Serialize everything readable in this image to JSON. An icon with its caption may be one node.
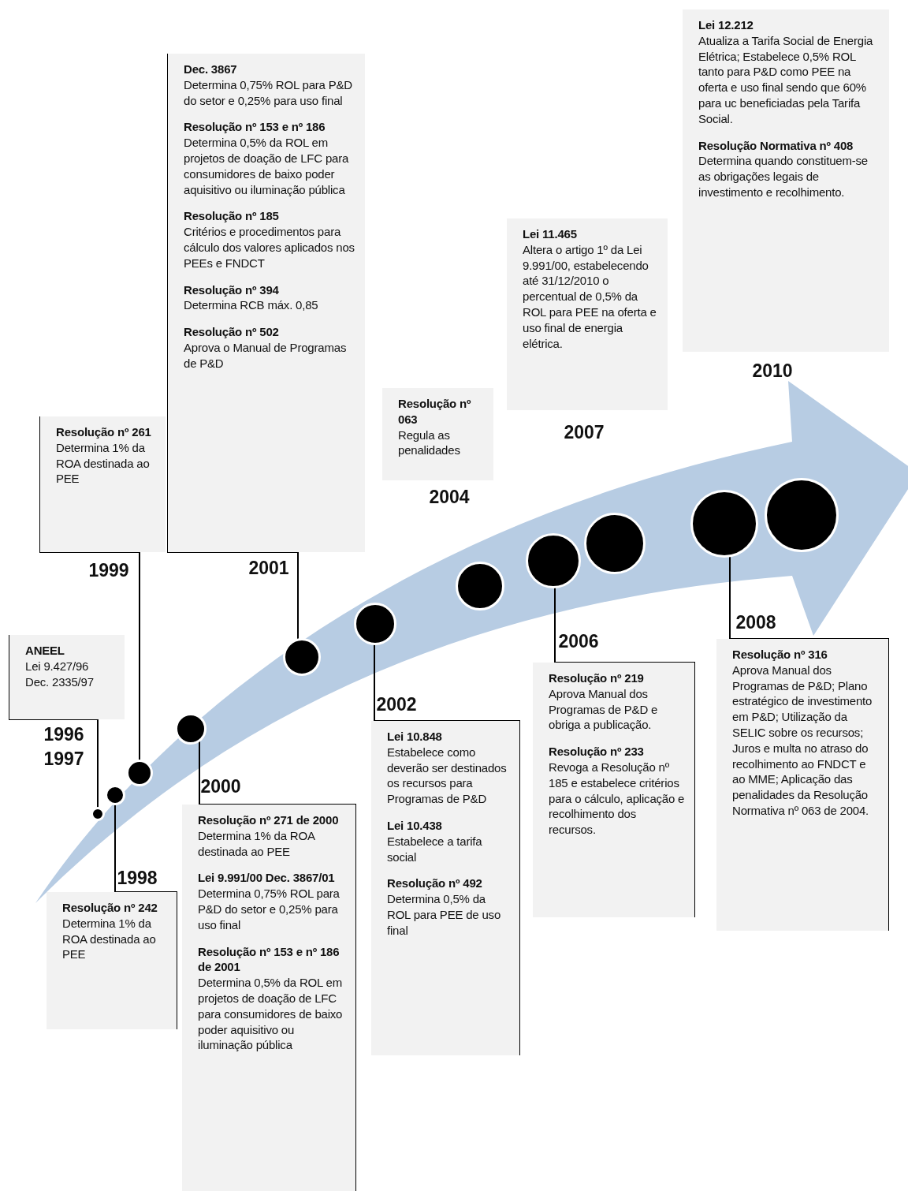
{
  "diagram": {
    "nodes": [
      {
        "text": [
          "Lei 12.212",
          "Atualiza a Tarifa Social de Energia Elétrica; Estabelece 0,5% ROL tanto para P&D como PEE na oferta e uso final sendo que 60% para uc beneficiadas pela Tarifa Social.",
          "Resolução Normativa nº 408",
          "Determina quando constituem-se as obrigações legais de investimento e recolhimento."
        ],
        "beside": [
          "2010"
        ]
      },
      {
        "text": [
          "Dec. 3867",
          "Determina 0,75% ROL para P&D do setor e 0,25% para uso final",
          "Resolução nº 153 e nº 186",
          "Determina 0,5% da ROL em projetos de doação de LFC para consumidores de baixo poder aquisitivo ou iluminação pública",
          "Resolução nº 185",
          "Critérios e procedimentos para cálculo dos valores aplicados nos PEEs e FNDCT",
          "Resolução nº 394",
          "Determina RCB máx. 0,85",
          "Resolução nº 502",
          "Aprova o Manual de Programas de P&D"
        ],
        "beside": [
          "2001"
        ]
      },
      {
        "text": [
          "Lei 11.465",
          "Altera o artigo 1º da Lei 9.991/00, estabelecendo até 31/12/2010 o percentual de 0,5% da ROL para PEE na oferta e uso final de energia elétrica."
        ],
        "beside": [
          "2007"
        ]
      },
      {
        "text": [
          "Resolução nº 063",
          "Regula as penalidades"
        ],
        "beside": [
          "2004"
        ]
      },
      {
        "text": [
          "Resolução nº 261",
          "Determina 1% da ROA destinada ao PEE"
        ],
        "beside": [
          "1999"
        ]
      },
      {
        "text": [
          "ANEEL",
          "Lei 9.427/96 Dec. 2335/97"
        ],
        "beside": [
          "1996",
          "1997"
        ]
      },
      {
        "text": [
          "Resolução nº 316",
          "Aprova Manual dos Programas de P&D; Plano estratégico de investimento em P&D; Utilização da SELIC sobre os recursos; Juros e multa no atraso do recolhimento ao FNDCT e ao MME; Aplicação das penalidades da Resolução Normativa nº 063 de 2004."
        ],
        "beside": [
          "2008"
        ]
      },
      {
        "text": [
          "Resolução nº 219",
          "Aprova Manual dos Programas de P&D e obriga a publicação.",
          "Resolução nº 233",
          "Revoga a Resolução nº 185 e estabelece critérios para o cálculo, aplicação e recolhimento dos recursos."
        ],
        "beside": [
          "2006"
        ]
      },
      {
        "text": [
          "Lei 10.848",
          "Estabelece como deverão ser destinados os recursos para Programas de P&D",
          "Lei 10.438",
          "Estabelece a tarifa social",
          "Resolução nº 492",
          "Determina 0,5% da ROL para PEE de uso final"
        ],
        "beside": [
          "2002"
        ]
      },
      {
        "text": [
          "Resolução nº 271 de 2000",
          "Determina 1% da ROA destinada ao PEE",
          "Lei 9.991/00 Dec. 3867/01",
          "Determina 0,75% ROL para P&D do setor e 0,25% para uso final",
          "Resolução nº 153 e nº 186 de 2001",
          "Determina 0,5% da ROL em projetos de doação de LFC para consumidores de baixo poder aquisitivo ou iluminação pública"
        ],
        "beside": [
          "2000"
        ]
      },
      {
        "text": [
          "Resolução nº 242",
          "Determina 1% da ROA destinada ao PEE"
        ],
        "beside": [
          "1998"
        ]
      },
      {
        "text": [],
        "shape": "circle"
      },
      {
        "text": [],
        "shape": "circle"
      },
      {
        "text": [],
        "shape": "circle"
      },
      {
        "text": [],
        "shape": "circle"
      },
      {
        "text": [],
        "shape": "circle"
      },
      {
        "text": [],
        "shape": "circle"
      },
      {
        "text": [],
        "shape": "circle"
      },
      {
        "text": [],
        "shape": "circle"
      },
      {
        "text": [],
        "shape": "circle"
      },
      {
        "text": [],
        "shape": "circle"
      },
      {
        "text": [],
        "shape": "circle"
      }
    ],
    "edges": [
      {
        "from": 11,
        "to": 5,
        "arrow": "none"
      },
      {
        "from": 12,
        "to": 10,
        "arrow": "none"
      },
      {
        "from": 13,
        "to": 4,
        "arrow": "none"
      },
      {
        "from": 14,
        "to": 9,
        "arrow": "none"
      },
      {
        "from": 15,
        "to": 1,
        "arrow": "none"
      },
      {
        "from": 16,
        "to": 8,
        "arrow": "none"
      },
      {
        "from": 18,
        "to": 7,
        "arrow": "none"
      },
      {
        "from": 20,
        "to": 6,
        "arrow": "none"
      }
    ]
  }
}
